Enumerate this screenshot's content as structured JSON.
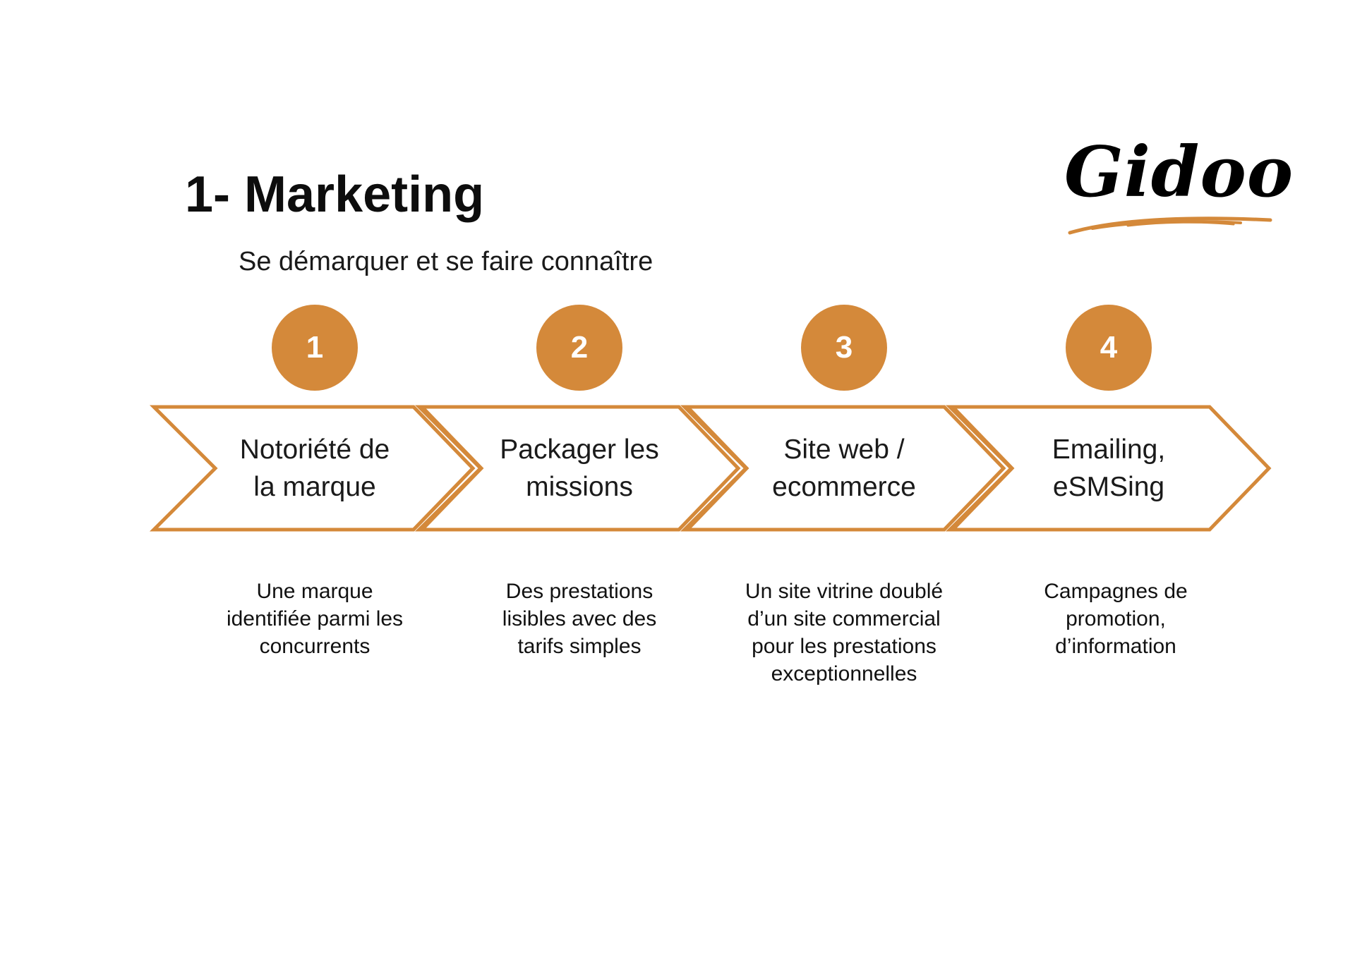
{
  "header": {
    "title": "1- Marketing",
    "subtitle": "Se démarquer et se faire connaître"
  },
  "logo": {
    "text": "Gidoo"
  },
  "colors": {
    "accent": "#D4893A",
    "text": "#1a1a1a",
    "background": "#ffffff"
  },
  "steps": [
    {
      "number": "1",
      "label_line1": "Notoriété de",
      "label_line2": "la marque",
      "desc_line1": "Une marque",
      "desc_line2": "identifiée parmi les",
      "desc_line3": "concurrents",
      "desc_line4": ""
    },
    {
      "number": "2",
      "label_line1": "Packager les",
      "label_line2": "missions",
      "desc_line1": "Des prestations",
      "desc_line2": "lisibles avec des",
      "desc_line3": "tarifs simples",
      "desc_line4": ""
    },
    {
      "number": "3",
      "label_line1": "Site web /",
      "label_line2": "ecommerce",
      "desc_line1": "Un site vitrine doublé",
      "desc_line2": "d’un site commercial",
      "desc_line3": "pour les prestations",
      "desc_line4": "exceptionnelles"
    },
    {
      "number": "4",
      "label_line1": "Emailing,",
      "label_line2": "eSMSing",
      "desc_line1": "Campagnes de",
      "desc_line2": "promotion,",
      "desc_line3": "d’information",
      "desc_line4": ""
    }
  ]
}
